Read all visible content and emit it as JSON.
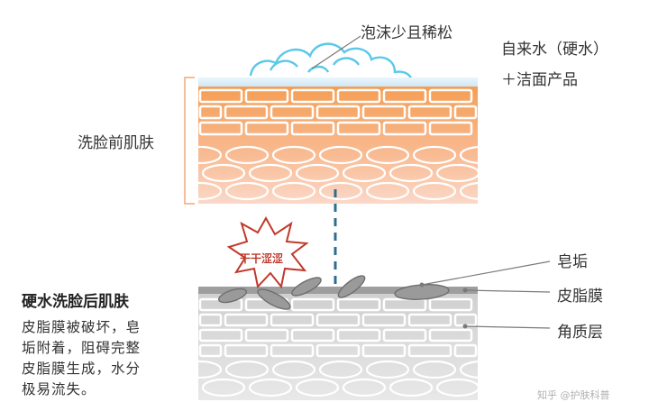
{
  "labels": {
    "foam": "泡沫少且稀松",
    "hard_water": "自来水（硬水）",
    "cleanser": "＋洁面产品",
    "before": "洗脸前肌肤",
    "after": "硬水洗脸后肌肤",
    "dry": "干干涩涩",
    "soap_scum": "皂垢",
    "sebum_film": "皮脂膜",
    "stratum_corneum": "角质层"
  },
  "description": {
    "line1": "皮脂膜被破坏，皂",
    "line2": "垢附着，阻碍完整",
    "line3": "皮脂膜生成，水分",
    "line4": "极易流失。"
  },
  "watermark": "知乎 @护肤科普",
  "colors": {
    "foam_stroke": "#5bc8e8",
    "water_film": "#cfeaf8",
    "brick_top": "#f6a35f",
    "brick_mid": "#f7b78d",
    "ellipse_layer": "#f9c7b0",
    "gray_layer": "#d9d9d9",
    "dashed_arrow": "#2b6f8f",
    "starburst": "#c0392b"
  }
}
